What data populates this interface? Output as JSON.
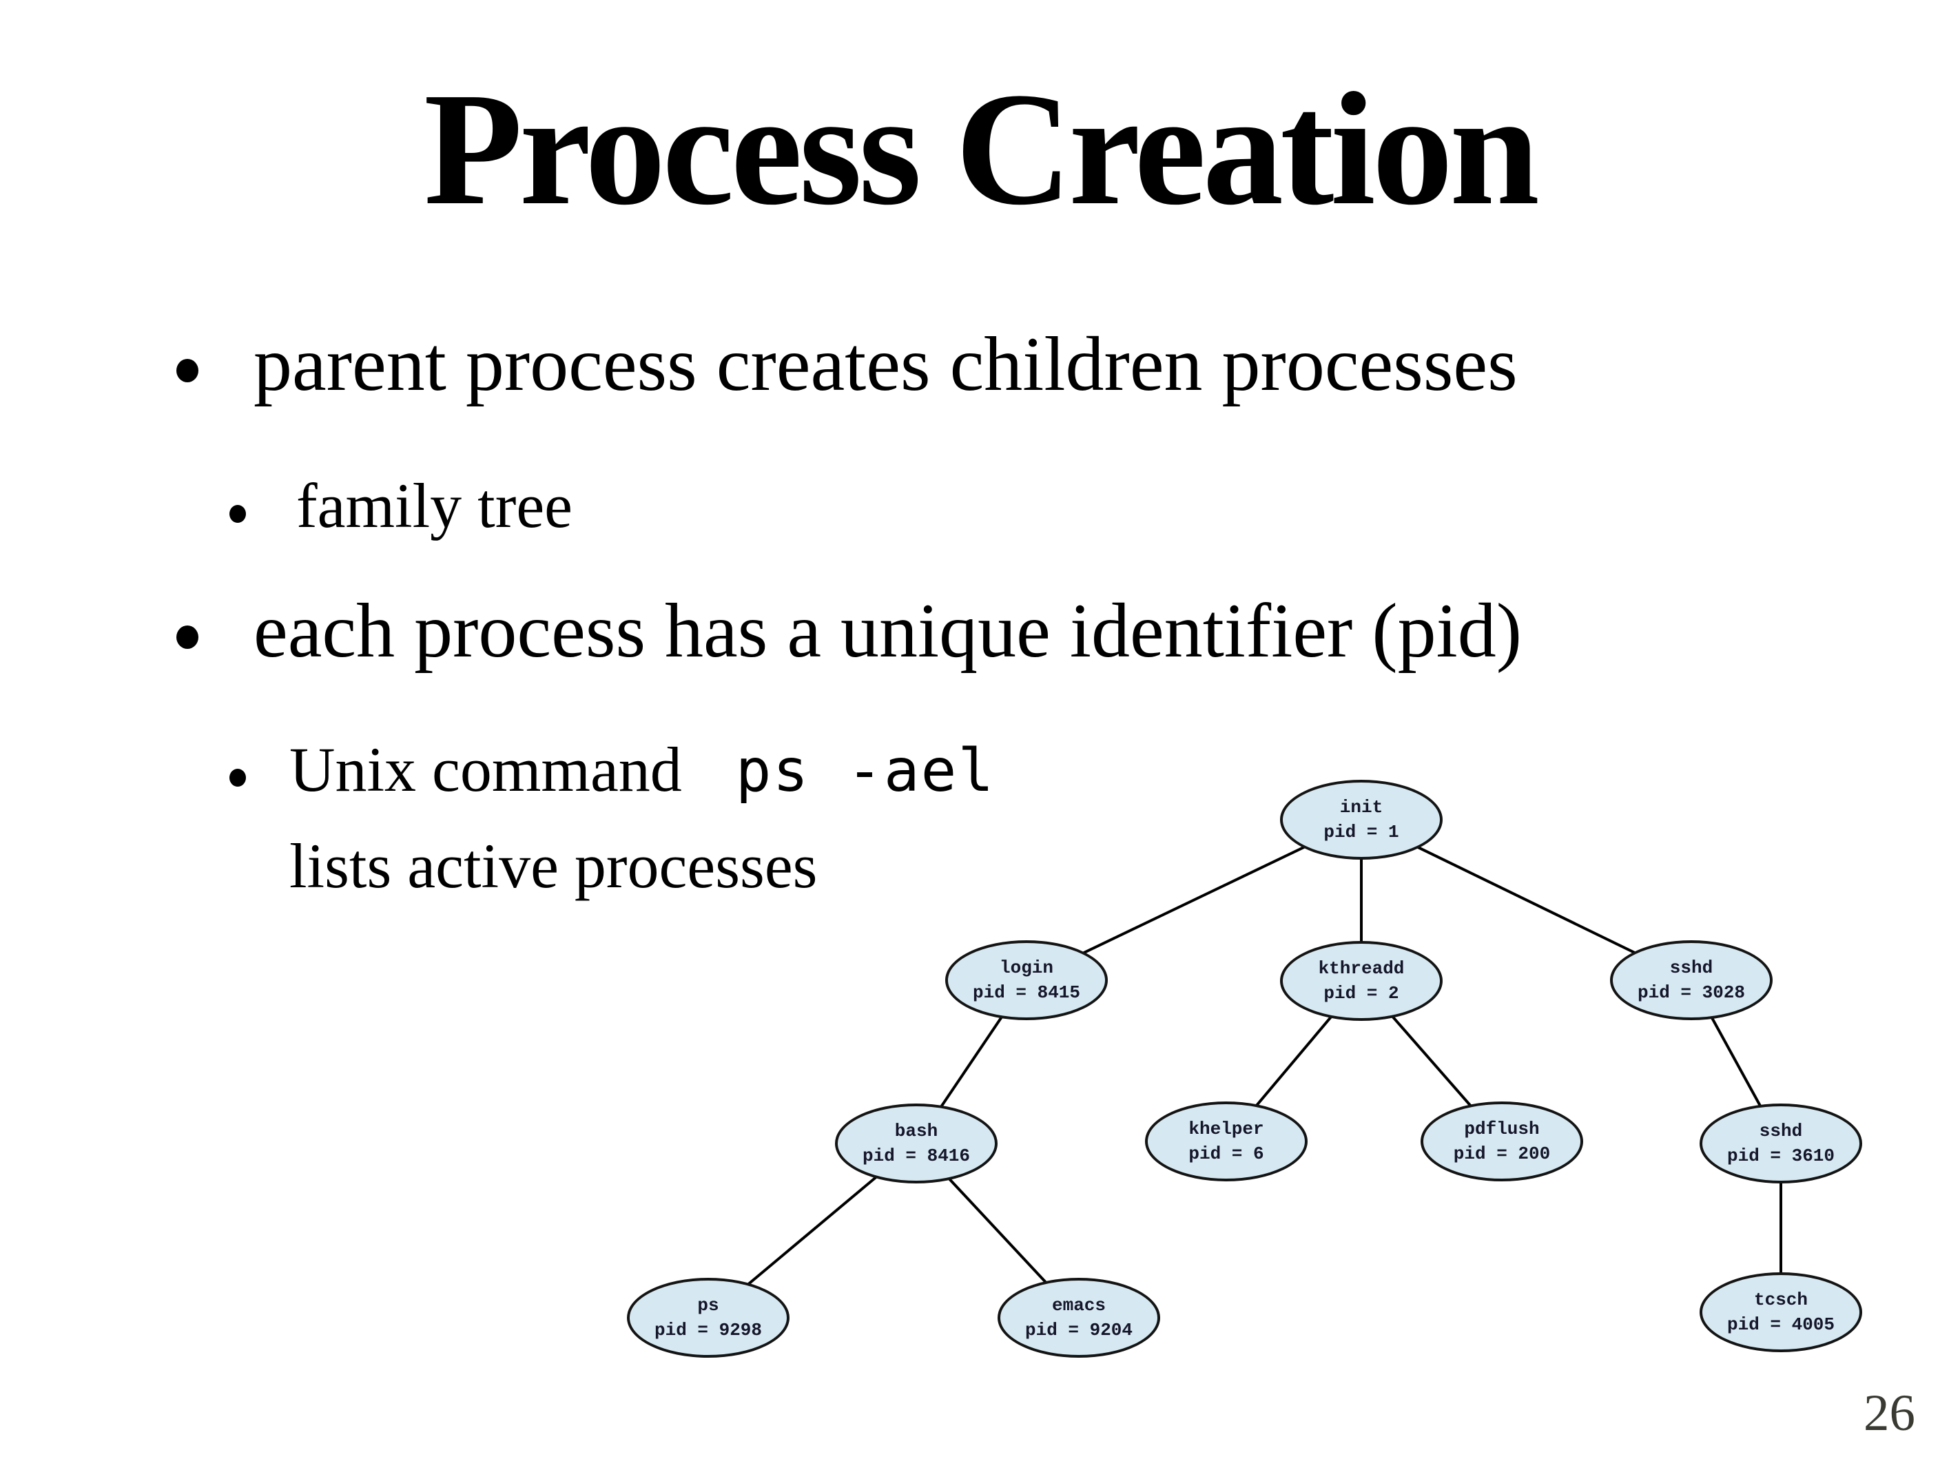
{
  "slide": {
    "title": "Process Creation",
    "page_number": "26",
    "bullets": {
      "b1": "parent process creates children processes",
      "sub1": "family tree",
      "b2": "each process has a unique identifier (pid)",
      "sub2_prefix": "Unix command",
      "sub2_code": "ps -ael",
      "sub2_line2": "lists active processes"
    }
  },
  "diagram": {
    "description": "process family tree",
    "node_fill": "#d6e9f2",
    "node_stroke": "#141414",
    "edge_color": "#000000",
    "nodes": [
      {
        "name": "init",
        "pid": "pid = 1"
      },
      {
        "name": "login",
        "pid": "pid = 8415"
      },
      {
        "name": "kthreadd",
        "pid": "pid = 2"
      },
      {
        "name": "sshd",
        "pid": "pid = 3028"
      },
      {
        "name": "bash",
        "pid": "pid = 8416"
      },
      {
        "name": "khelper",
        "pid": "pid = 6"
      },
      {
        "name": "pdflush",
        "pid": "pid = 200"
      },
      {
        "name": "sshd",
        "pid": "pid = 3610"
      },
      {
        "name": "ps",
        "pid": "pid = 9298"
      },
      {
        "name": "emacs",
        "pid": "pid = 9204"
      },
      {
        "name": "tcsch",
        "pid": "pid = 4005"
      }
    ],
    "edges": [
      [
        "init",
        "login"
      ],
      [
        "init",
        "kthreadd"
      ],
      [
        "init",
        "sshd(3028)"
      ],
      [
        "login",
        "bash"
      ],
      [
        "kthreadd",
        "khelper"
      ],
      [
        "kthreadd",
        "pdflush"
      ],
      [
        "sshd(3028)",
        "sshd(3610)"
      ],
      [
        "bash",
        "ps"
      ],
      [
        "bash",
        "emacs"
      ],
      [
        "sshd(3610)",
        "tcsch"
      ]
    ]
  }
}
